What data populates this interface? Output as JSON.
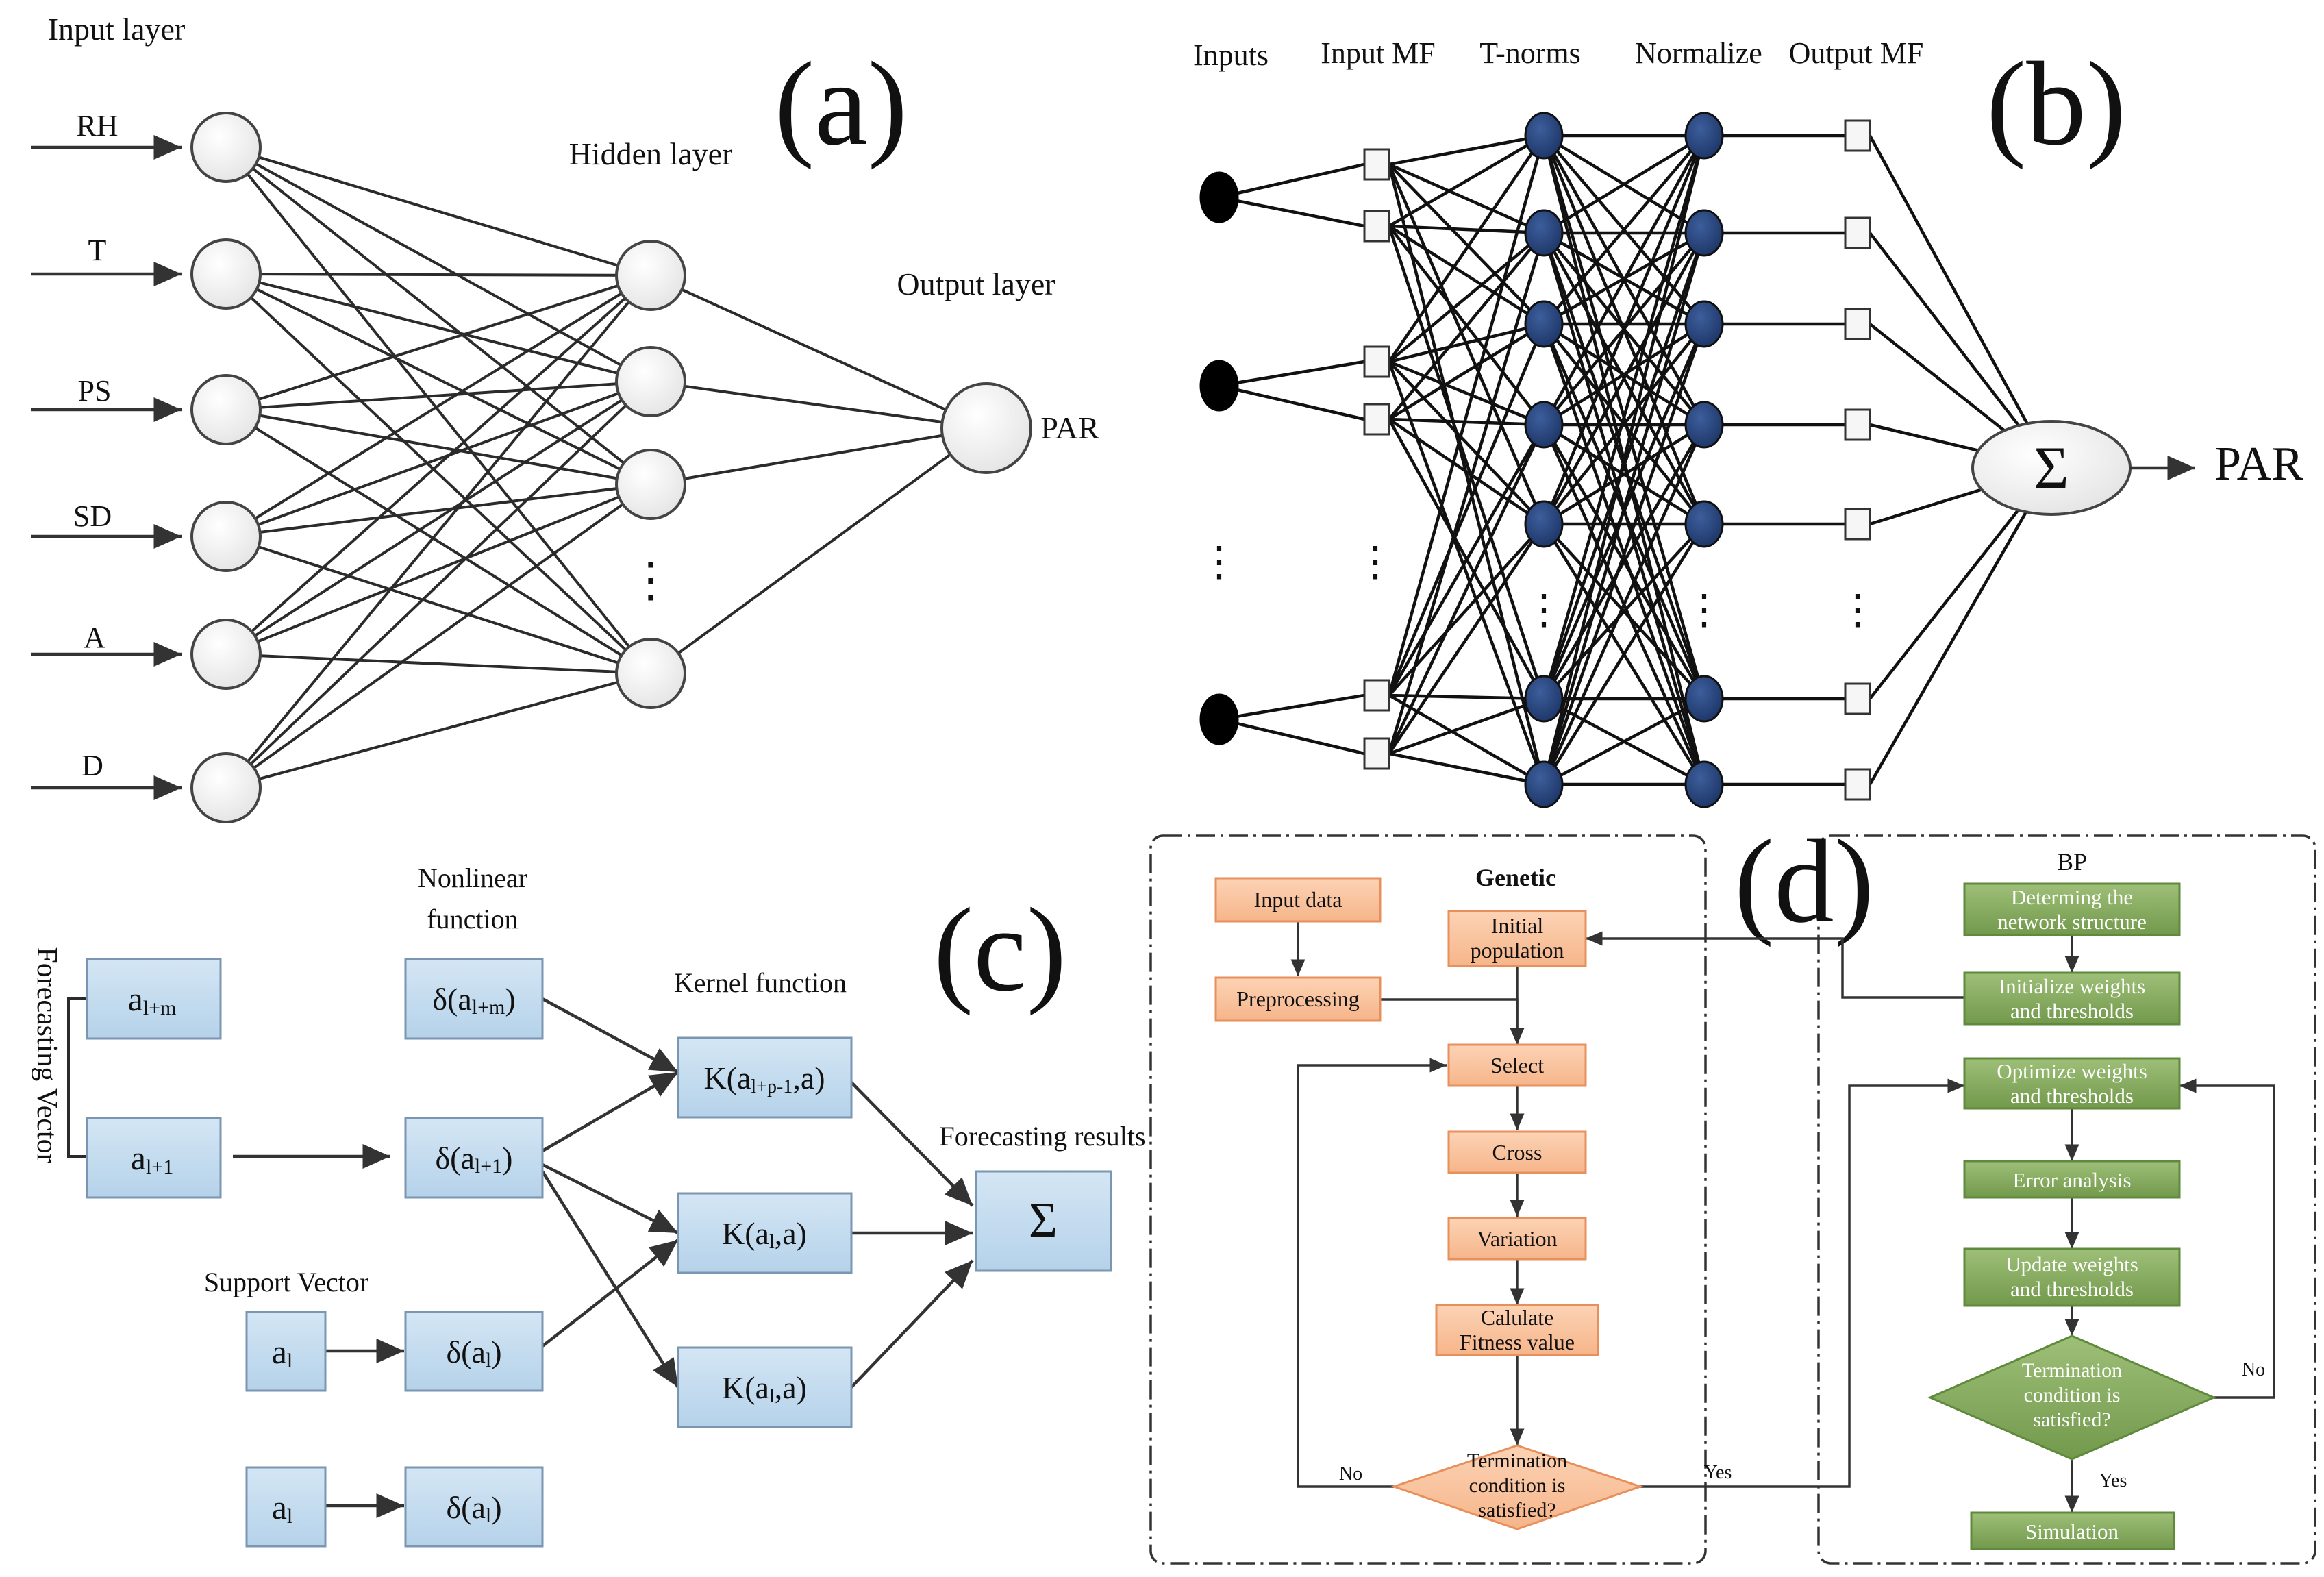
{
  "panel_a": {
    "tag": "(a)",
    "input_layer_label": "Input layer",
    "hidden_layer_label": "Hidden layer",
    "output_layer_label": "Output layer",
    "inputs": [
      "RH",
      "T",
      "PS",
      "SD",
      "A",
      "D"
    ],
    "hidden_ellipsis": "⋮",
    "output": "PAR"
  },
  "panel_b": {
    "tag": "(b)",
    "column_labels": [
      "Inputs",
      "Input MF",
      "T-norms",
      "Normalize",
      "Output MF"
    ],
    "ellipsis": "⋮",
    "sum_symbol": "Σ",
    "output": "PAR"
  },
  "panel_c": {
    "tag": "(c)",
    "forecasting_vector_label": "Forecasting Vector",
    "nonlinear_function_label": "Nonlinear function",
    "kernel_function_label": "Kernel function",
    "forecasting_results_label": "Forecasting results",
    "support_vector_label": "Support Vector",
    "sum_symbol": "Σ",
    "vector_boxes": [
      {
        "base": "a",
        "sub": "l+m"
      },
      {
        "base": "a",
        "sub": "l+1"
      },
      {
        "base": "a",
        "sub": "l"
      },
      {
        "base": "a",
        "sub": "l"
      }
    ],
    "function_boxes": [
      {
        "pre": "δ(a",
        "sub": "l+m",
        "post": ")"
      },
      {
        "pre": "δ(a",
        "sub": "l+1",
        "post": ")"
      },
      {
        "pre": "δ(a",
        "sub": "l",
        "post": ")"
      },
      {
        "pre": "δ(a",
        "sub": "l",
        "post": ")"
      }
    ],
    "kernel_boxes": [
      {
        "pre": "K(a",
        "sub": "l+p-1",
        "mid": ",a",
        "sub2": "",
        "post": ")"
      },
      {
        "pre": "K(a",
        "sub": "l",
        "mid": ",a",
        "sub2": "",
        "post": ")"
      },
      {
        "pre": "K(a",
        "sub": "l",
        "mid": ",a",
        "sub2": "",
        "post": ")"
      }
    ]
  },
  "panel_d": {
    "tag": "(d)",
    "genetic_title": "Genetic",
    "bp_title": "BP",
    "genetic_steps": {
      "input_data": "Input data",
      "preprocessing": "Preprocessing",
      "initial_population": [
        "Initial",
        "population"
      ],
      "select": "Select",
      "cross": "Cross",
      "variation": "Variation",
      "fitness": [
        "Calulate",
        "Fitness value"
      ],
      "termination": [
        "Termination",
        "condition is",
        "satisfied?"
      ]
    },
    "bp_steps": {
      "determine": [
        "Determing the",
        "network structure"
      ],
      "initialize": [
        "Initialize weights",
        "and thresholds"
      ],
      "optimize": [
        "Optimize weights",
        "and thresholds"
      ],
      "error": "Error analysis",
      "update": [
        "Update weights",
        "and thresholds"
      ],
      "termination": [
        "Termination",
        "condition is",
        "satisfied?"
      ],
      "simulation": "Simulation"
    },
    "labels": {
      "no_left": "No",
      "yes_mid": "Yes",
      "no_right": "No",
      "yes_bottom": "Yes"
    },
    "colors": {
      "orange_fill": "#f9c39e",
      "orange_stroke": "#e8905c",
      "green_fill": "#8fb26b",
      "green_stroke": "#5f8a3c"
    }
  }
}
